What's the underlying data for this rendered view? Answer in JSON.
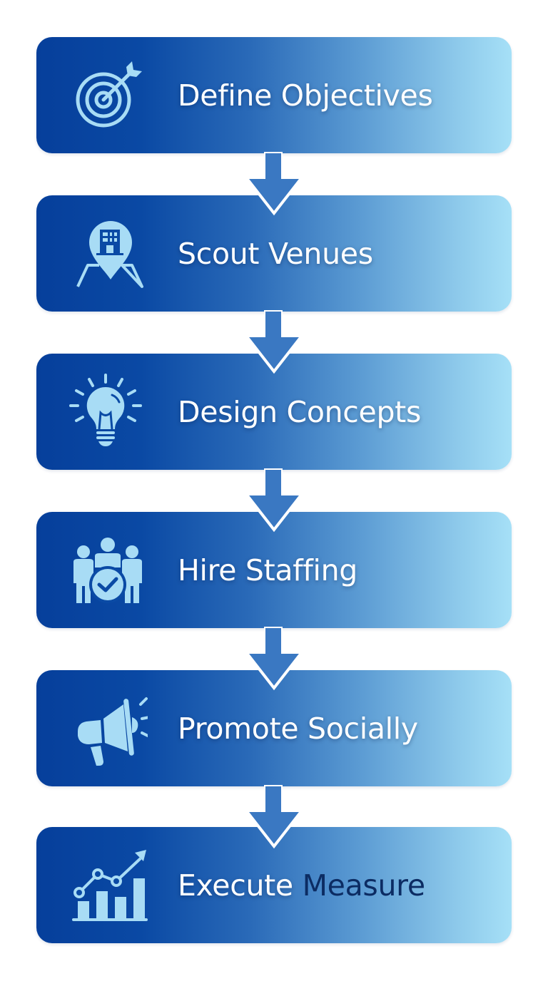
{
  "diagram": {
    "type": "vertical-process-flow",
    "colors": {
      "box_gradient_start": "#063f9b",
      "box_gradient_end": "#a6e0f7",
      "icon_color": "#a8dcf5",
      "label_color": "#ffffff",
      "highlight_label_color": "#0c2c63",
      "arrow_color": "#3a78c2"
    },
    "steps": [
      {
        "label": "Define Objectives",
        "icon": "target-arrow-icon"
      },
      {
        "label": "Scout Venues",
        "icon": "building-location-pin-icon"
      },
      {
        "label": "Design Concepts",
        "icon": "lightbulb-icon"
      },
      {
        "label": "Hire Staffing",
        "icon": "team-check-icon"
      },
      {
        "label": "Promote Socially",
        "icon": "megaphone-icon"
      },
      {
        "label": "Execute Measure",
        "label_part1": "Execute",
        "label_part2": "Measure",
        "icon": "growth-chart-icon"
      }
    ],
    "connectors": 5
  }
}
